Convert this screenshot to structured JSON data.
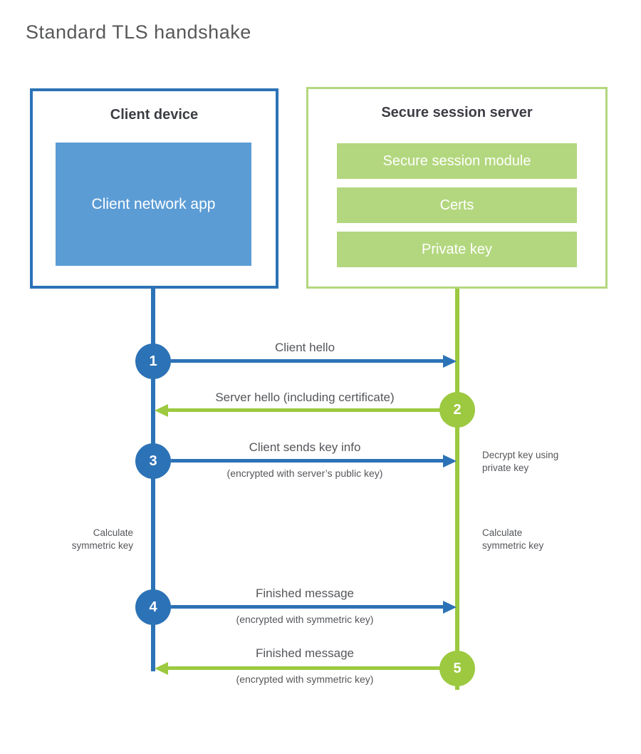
{
  "title": "Standard TLS handshake",
  "client": {
    "title": "Client device",
    "app_label": "Client network app"
  },
  "server": {
    "title": "Secure session server",
    "modules": [
      "Secure session module",
      "Certs",
      "Private key"
    ]
  },
  "steps": [
    {
      "num": "1",
      "label": "Client hello",
      "sub": "",
      "direction": "client-to-server"
    },
    {
      "num": "2",
      "label": "Server hello (including certificate)",
      "sub": "",
      "direction": "server-to-client"
    },
    {
      "num": "3",
      "label": "Client sends key info",
      "sub": "(encrypted with server’s public key)",
      "direction": "client-to-server"
    },
    {
      "num": "4",
      "label": "Finished message",
      "sub": "(encrypted with symmetric key)",
      "direction": "client-to-server"
    },
    {
      "num": "5",
      "label": "Finished message",
      "sub": "(encrypted with symmetric key)",
      "direction": "server-to-client"
    }
  ],
  "annotations": {
    "left_calculate": "Calculate\nsymmetric key",
    "right_decrypt": "Decrypt key using\nprivate key",
    "right_calculate": "Calculate\nsymmetric key"
  },
  "colors": {
    "blue": "#2c72b6",
    "blue_fill": "#5b9cd5",
    "green": "#9cc93f",
    "green_light": "#b3d77e",
    "text": "#54565a"
  }
}
